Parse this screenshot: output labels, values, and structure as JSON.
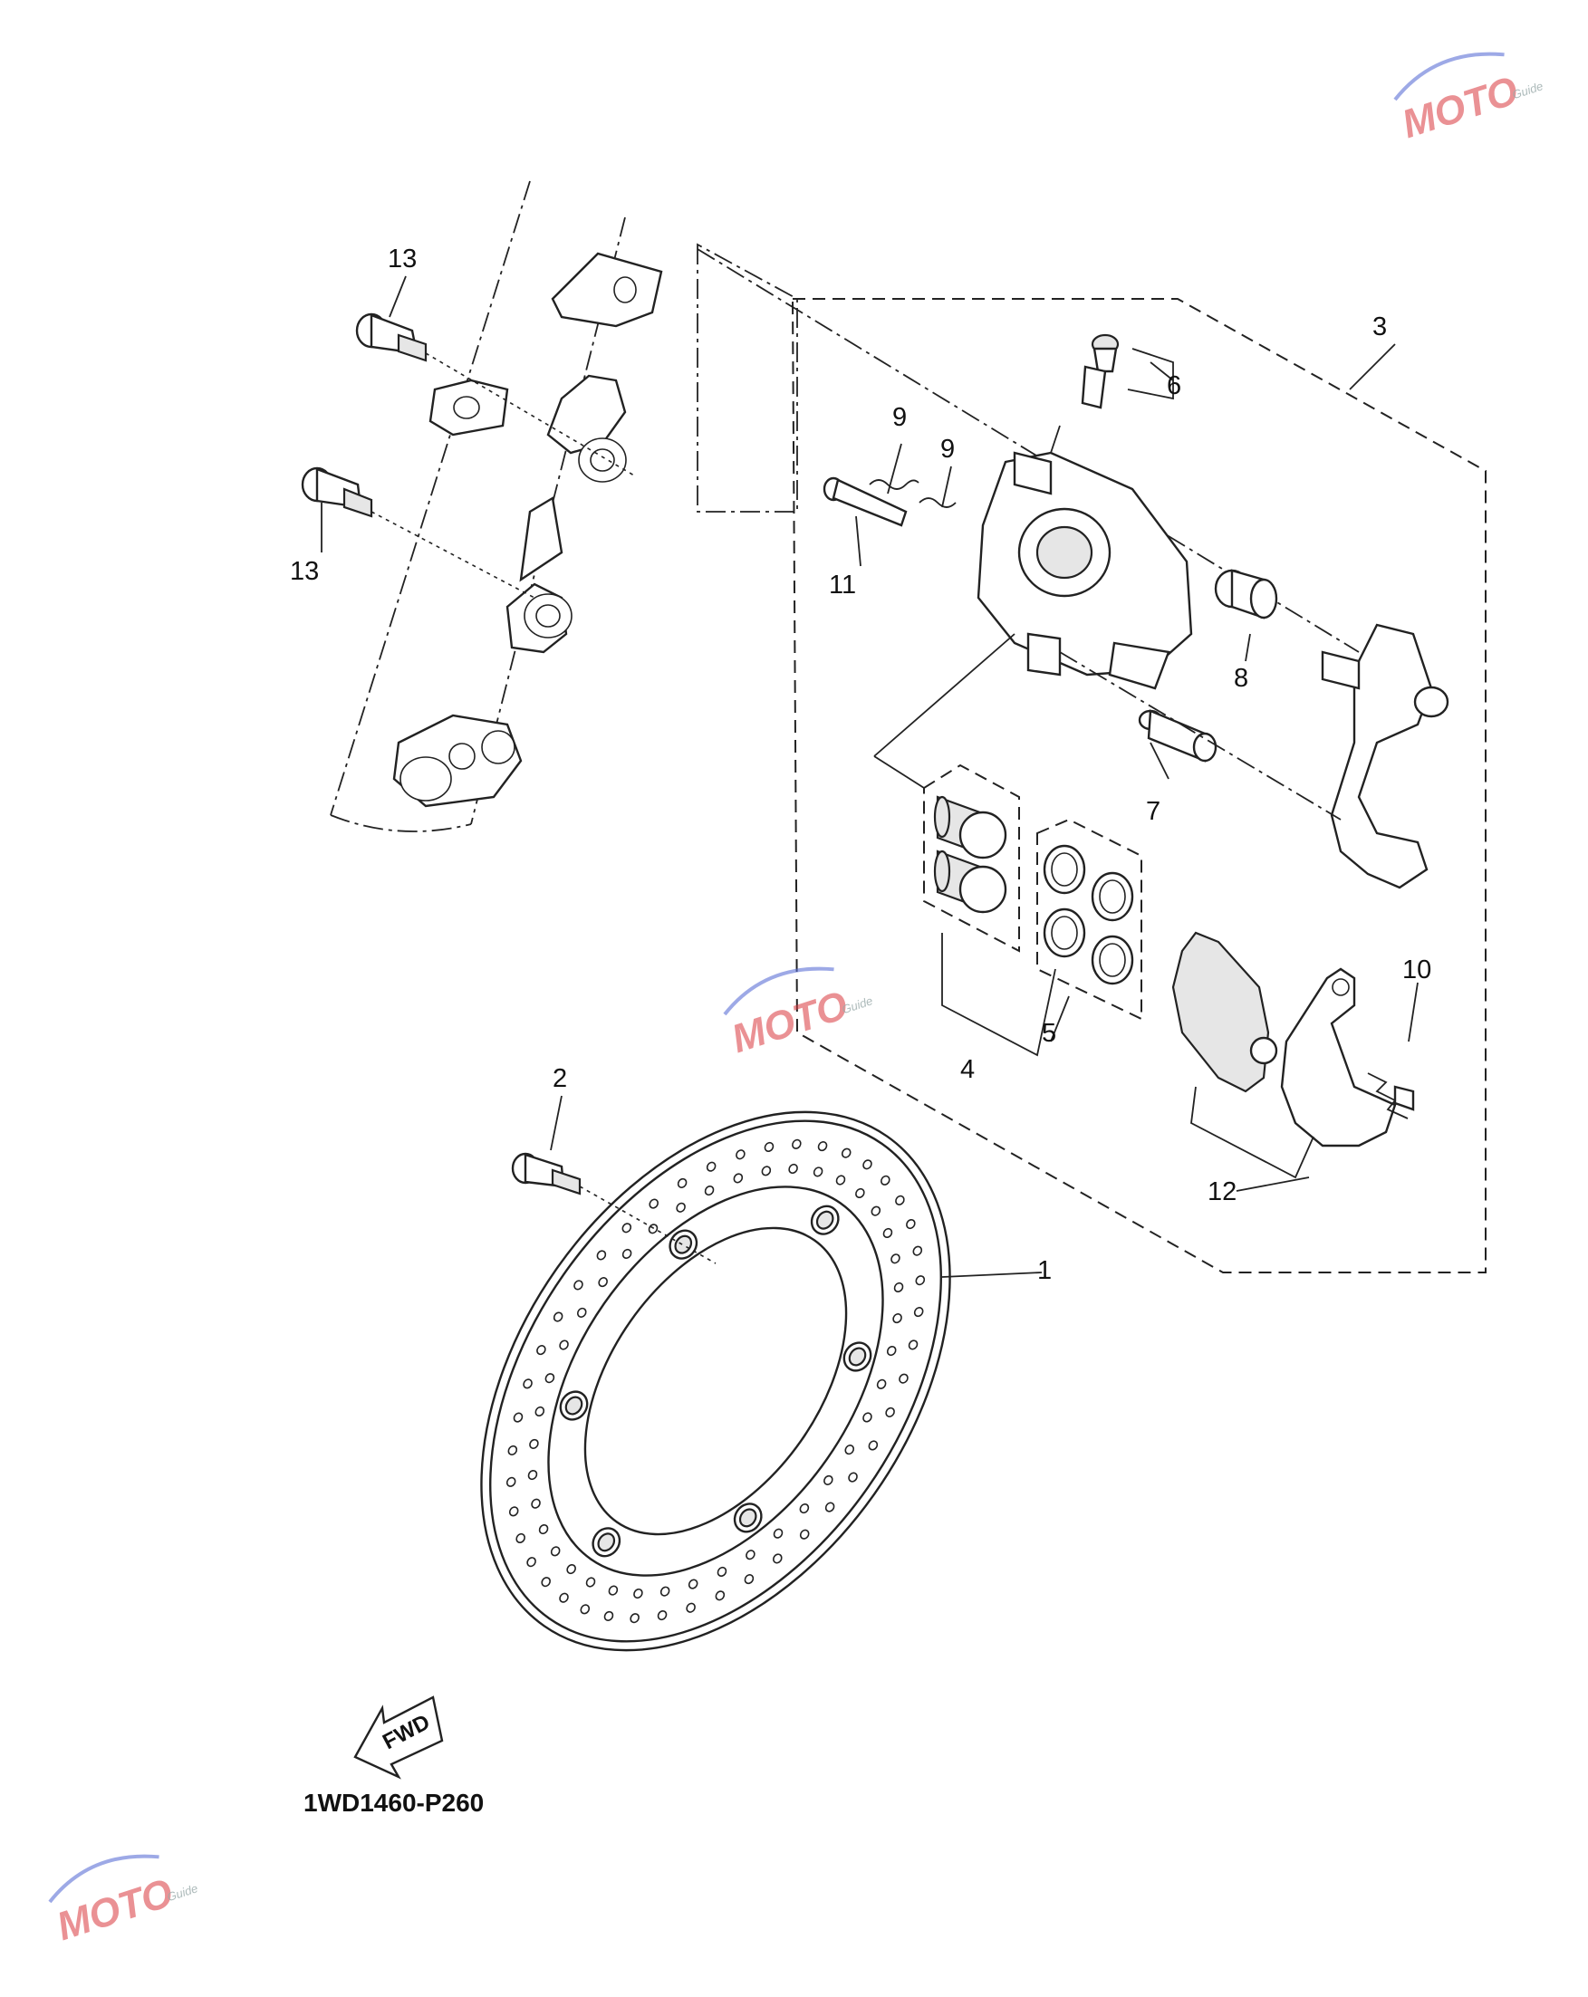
{
  "diagram": {
    "code": "1WD1460-P260",
    "fwd_label": "FWD",
    "watermark": {
      "text": "MOTO",
      "sub": "Guide"
    },
    "callouts": [
      {
        "id": "1",
        "label": "1"
      },
      {
        "id": "2",
        "label": "2"
      },
      {
        "id": "3",
        "label": "3"
      },
      {
        "id": "4",
        "label": "4"
      },
      {
        "id": "5",
        "label": "5"
      },
      {
        "id": "6",
        "label": "6"
      },
      {
        "id": "7",
        "label": "7"
      },
      {
        "id": "8",
        "label": "8"
      },
      {
        "id": "9a",
        "label": "9"
      },
      {
        "id": "9b",
        "label": "9"
      },
      {
        "id": "10",
        "label": "10"
      },
      {
        "id": "11",
        "label": "11"
      },
      {
        "id": "12",
        "label": "12"
      },
      {
        "id": "13a",
        "label": "13"
      },
      {
        "id": "13b",
        "label": "13"
      }
    ],
    "colors": {
      "line": "#222222",
      "watermark": "#d9383e",
      "watermark_swoosh": "#5b6fd6"
    }
  }
}
